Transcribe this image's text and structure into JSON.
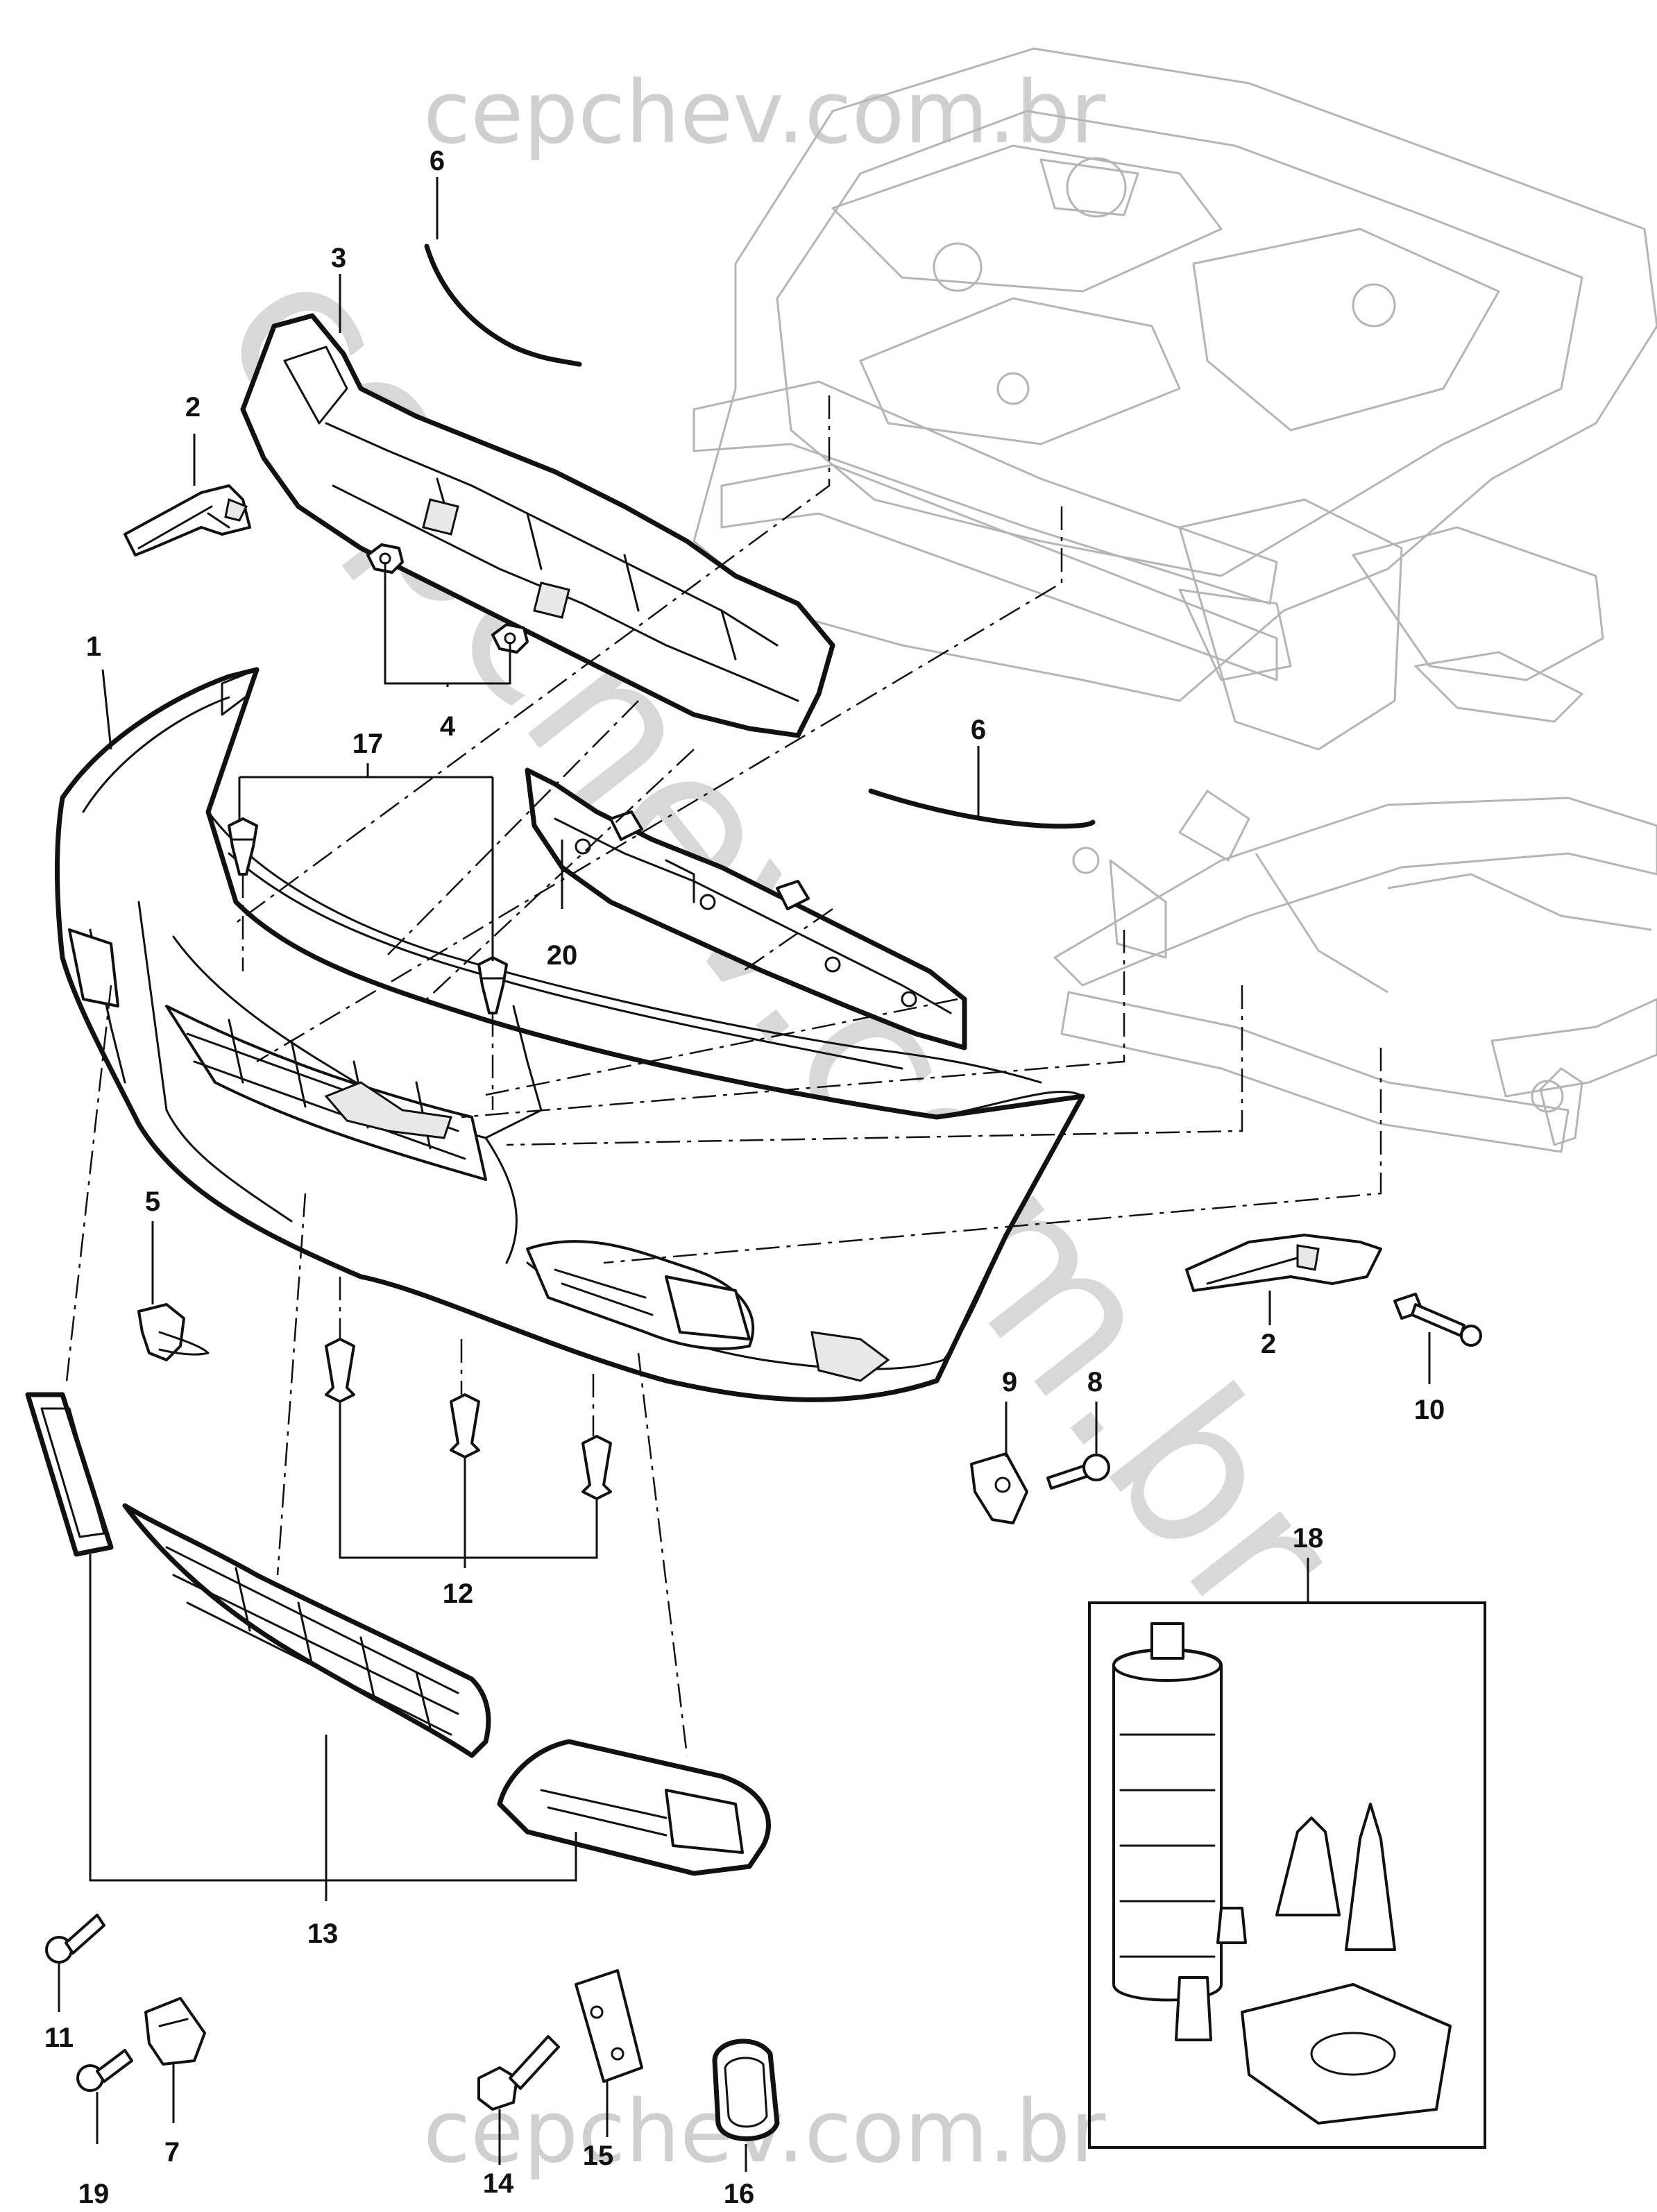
{
  "watermark": {
    "top": "cepchev.com.br",
    "bottom": "cepchev.com.br",
    "diagonal": "cepchev.com.br"
  },
  "callouts": {
    "c1": "1",
    "c2a": "2",
    "c2b": "2",
    "c3": "3",
    "c4": "4",
    "c5": "5",
    "c6a": "6",
    "c6b": "6",
    "c7": "7",
    "c8": "8",
    "c9": "9",
    "c10": "10",
    "c11": "11",
    "c12": "12",
    "c13": "13",
    "c14": "14",
    "c15": "15",
    "c16": "16",
    "c17": "17",
    "c18": "18",
    "c19": "19",
    "c20": "20"
  }
}
